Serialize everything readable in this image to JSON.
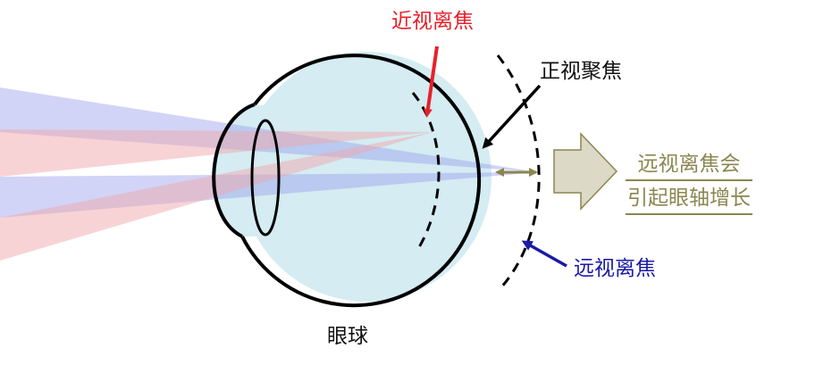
{
  "labels": {
    "myopic_focus": "近视离焦",
    "normal_focus": "正视聚焦",
    "hyperopic_focus": "远视离焦",
    "eyeball": "眼球",
    "note_line1": "远视离焦会",
    "note_line2": "引起眼轴增长"
  },
  "colors": {
    "myopic": "#e8202a",
    "hyperopic": "#1a1aa8",
    "note": "#8b8650",
    "eye_fill": "#d4ecf2",
    "blue_light": "#9aa0ea",
    "red_light": "#f0a7ae",
    "big_arrow_fill": "#dcd9c6"
  }
}
